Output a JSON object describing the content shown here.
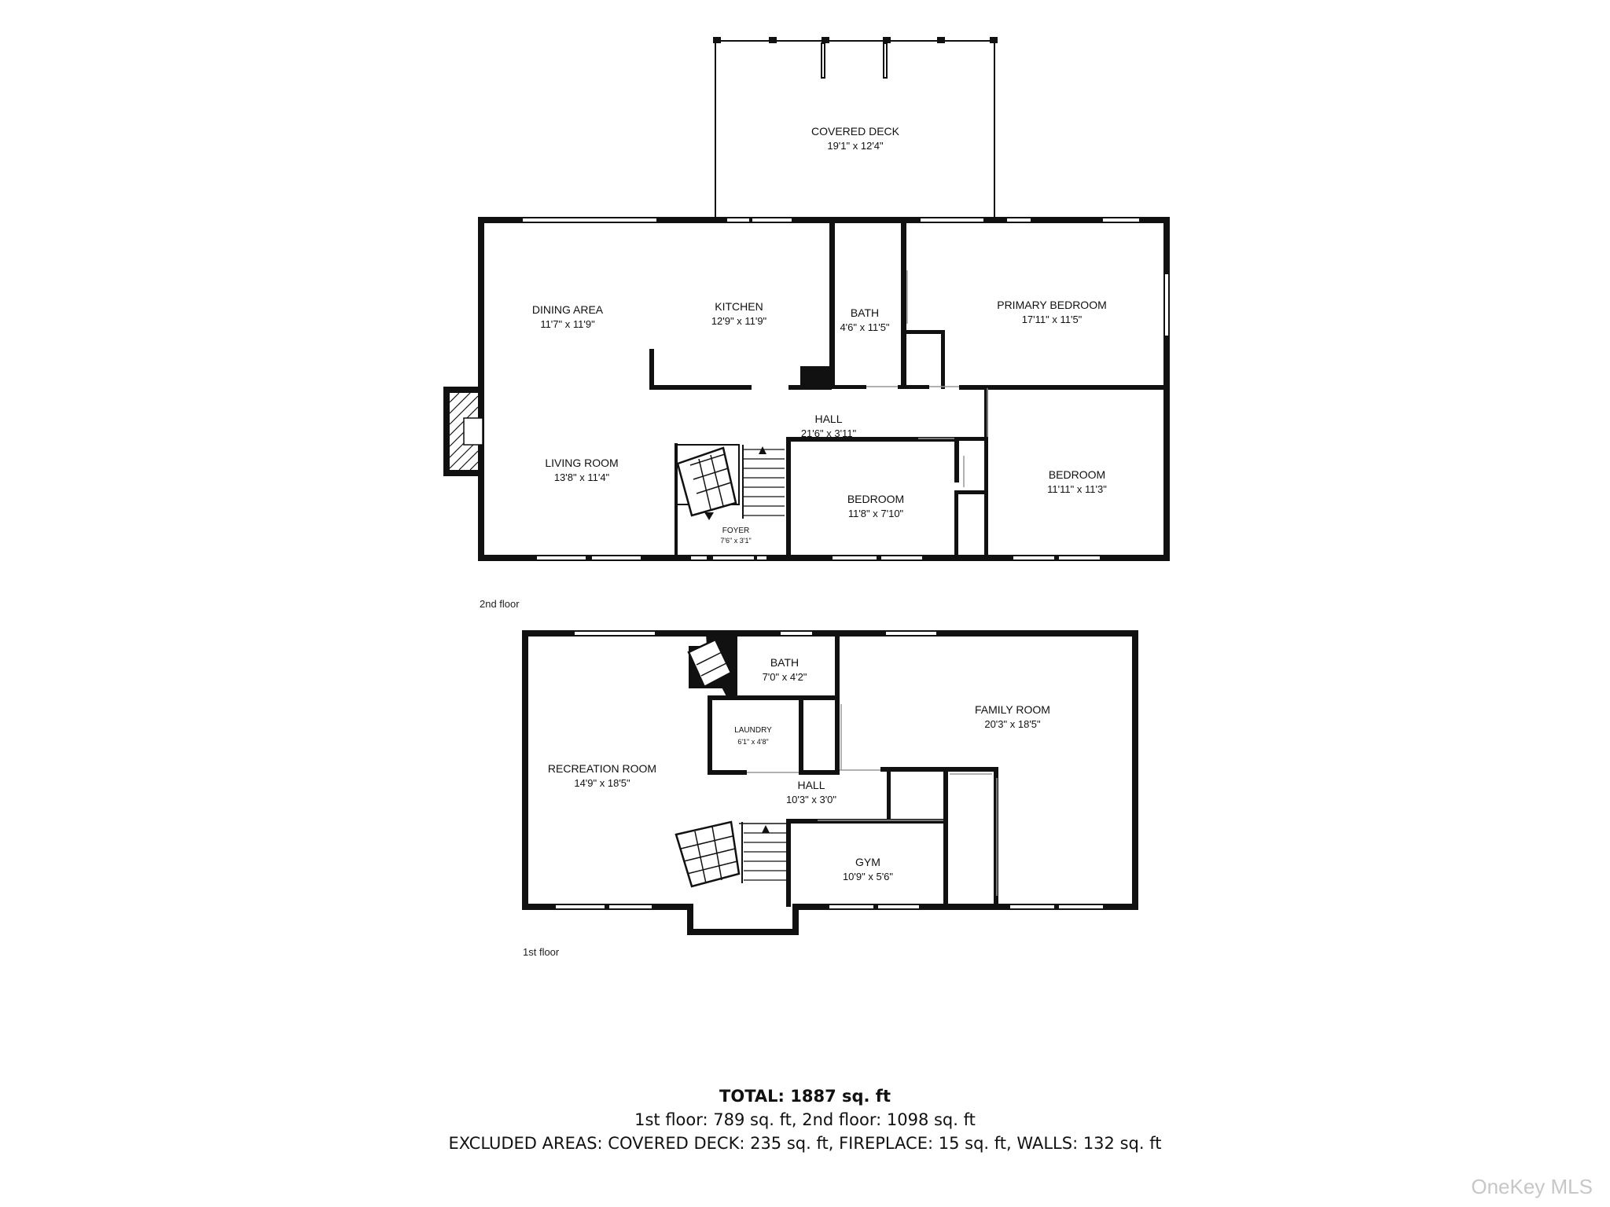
{
  "floors": {
    "second": {
      "label": "2nd floor",
      "rooms": [
        {
          "id": "covered-deck",
          "name": "COVERED DECK",
          "dims": "19'1\" x 12'4\""
        },
        {
          "id": "dining-area",
          "name": "DINING AREA",
          "dims": "11'7\" x 11'9\""
        },
        {
          "id": "kitchen",
          "name": "KITCHEN",
          "dims": "12'9\" x 11'9\""
        },
        {
          "id": "bath",
          "name": "BATH",
          "dims": "4'6\" x 11'5\""
        },
        {
          "id": "primary-bedroom",
          "name": "PRIMARY BEDROOM",
          "dims": "17'11\" x 11'5\""
        },
        {
          "id": "hall",
          "name": "HALL",
          "dims": "21'6\" x 3'11\""
        },
        {
          "id": "living-room",
          "name": "LIVING ROOM",
          "dims": "13'8\" x 11'4\""
        },
        {
          "id": "bedroom-1",
          "name": "BEDROOM",
          "dims": "11'8\" x 7'10\""
        },
        {
          "id": "bedroom-2",
          "name": "BEDROOM",
          "dims": "11'11\" x 11'3\""
        },
        {
          "id": "foyer",
          "name": "FOYER",
          "dims": "7'6\" x 3'1\""
        }
      ]
    },
    "first": {
      "label": "1st floor",
      "rooms": [
        {
          "id": "recreation-room",
          "name": "RECREATION ROOM",
          "dims": "14'9\" x 18'5\""
        },
        {
          "id": "bath",
          "name": "BATH",
          "dims": "7'0\" x 4'2\""
        },
        {
          "id": "laundry",
          "name": "LAUNDRY",
          "dims": "6'1\" x 4'8\""
        },
        {
          "id": "family-room",
          "name": "FAMILY ROOM",
          "dims": "20'3\" x 18'5\""
        },
        {
          "id": "hall",
          "name": "HALL",
          "dims": "10'3\" x 3'0\""
        },
        {
          "id": "gym",
          "name": "GYM",
          "dims": "10'9\" x 5'6\""
        }
      ]
    }
  },
  "totals": {
    "total": "TOTAL: 1887 sq. ft",
    "floors_line": "1st floor: 789 sq. ft, 2nd floor: 1098 sq. ft",
    "excluded_line": "EXCLUDED AREAS: COVERED DECK: 235 sq. ft, FIREPLACE: 15 sq. ft, WALLS: 132 sq. ft"
  },
  "watermark": "OneKey MLS"
}
